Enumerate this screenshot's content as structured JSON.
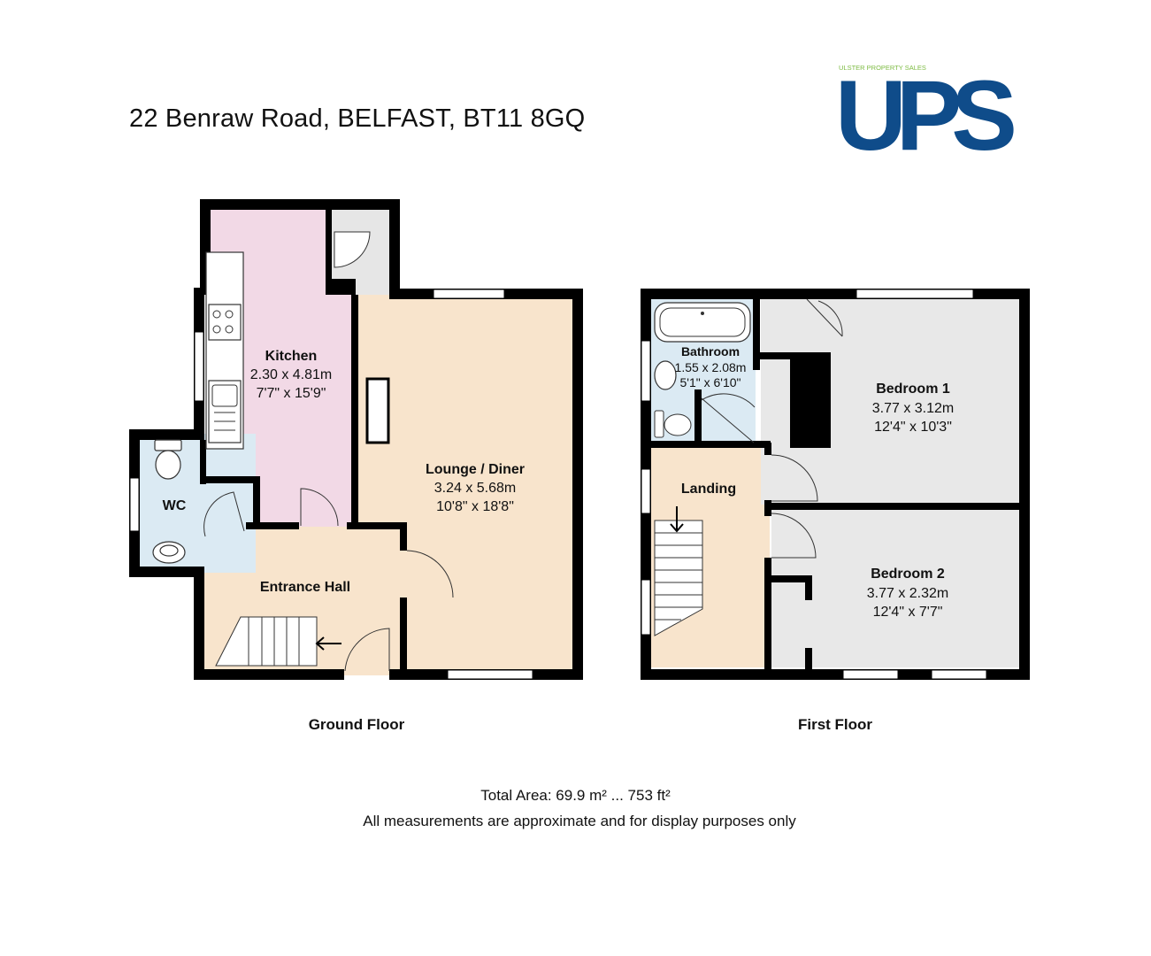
{
  "address": "22 Benraw Road, BELFAST, BT11 8GQ",
  "logo": {
    "tagline": "ULSTER PROPERTY SALES",
    "letters": "UPS",
    "color": "#0f4c8a",
    "accent": "#7dbb42"
  },
  "floors": [
    {
      "name": "Ground Floor"
    },
    {
      "name": "First Floor"
    }
  ],
  "rooms": {
    "kitchen": {
      "name": "Kitchen",
      "metric": "2.30 x 4.81m",
      "imperial": "7'7\" x 15'9\""
    },
    "lounge": {
      "name": "Lounge / Diner",
      "metric": "3.24 x 5.68m",
      "imperial": "10'8\" x 18'8\""
    },
    "wc": {
      "name": "WC"
    },
    "hall": {
      "name": "Entrance Hall"
    },
    "bathroom": {
      "name": "Bathroom",
      "metric": "1.55 x 2.08m",
      "imperial": "5'1\" x 6'10\""
    },
    "bedroom1": {
      "name": "Bedroom 1",
      "metric": "3.77 x 3.12m",
      "imperial": "12'4\" x 10'3\""
    },
    "bedroom2": {
      "name": "Bedroom 2",
      "metric": "3.77 x 2.32m",
      "imperial": "12'4\" x 7'7\""
    },
    "landing": {
      "name": "Landing"
    }
  },
  "colors": {
    "kitchen": "#f2d9e6",
    "lounge": "#f8e4cc",
    "hall": "#f8e4cc",
    "wet": "#dbeaf3",
    "bedroom": "#e8e8e8",
    "store": "#e6e6e6",
    "wall": "#000000"
  },
  "total_area": "Total Area: 69.9 m² ... 753 ft²",
  "disclaimer": "All measurements are approximate and for display purposes only"
}
